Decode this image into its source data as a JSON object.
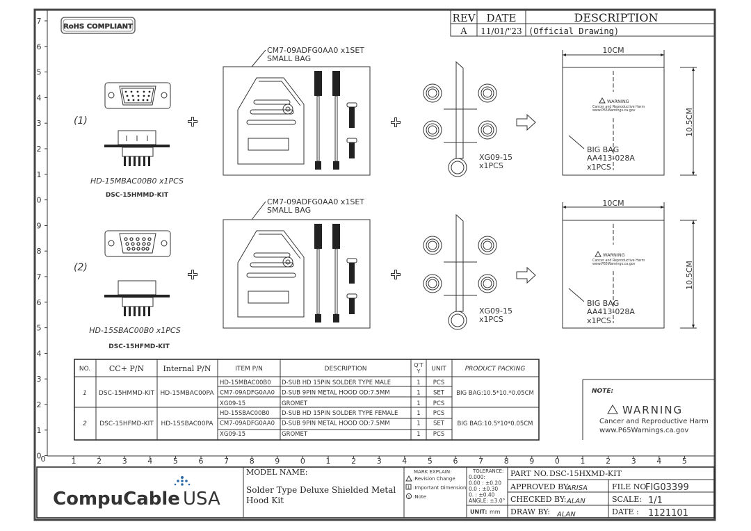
{
  "rohs": "RoHS COMPLIANT",
  "revision": {
    "headers": {
      "rev": "REV",
      "date": "DATE",
      "description": "DESCRIPTION"
    },
    "row": {
      "rev": "A",
      "date": "11/01/\"23",
      "description": "(Official Drawing)"
    }
  },
  "ruler": {
    "left": [
      "7",
      "6",
      "5",
      "4",
      "3",
      "2",
      "1",
      "0",
      "9",
      "8",
      "7",
      "6",
      "5",
      "4",
      "3",
      "2",
      "1",
      "0"
    ],
    "bottom": [
      "1",
      "2",
      "3",
      "4",
      "5",
      "6",
      "7",
      "8",
      "9",
      "0",
      "1",
      "2",
      "3",
      "4",
      "5",
      "6",
      "7",
      "8",
      "9",
      "0",
      "1",
      "2",
      "3",
      "4",
      "5"
    ]
  },
  "kits": [
    {
      "index": "(1)",
      "connector_pn": "HD-15MBAC00B0  x1PCS",
      "kit_name": "DSC-15HMMD-KIT",
      "bag_pn": "CM7-09ADFG0AA0  x1SET",
      "bag_label": "SMALL BAG",
      "gromet_pn": "XG09-15",
      "gromet_qty": "x1PCS",
      "big_bag_width": "10CM",
      "big_bag_height": "10.5CM",
      "big_bag_label": "BIG BAG",
      "big_bag_pn": "AA413-028A",
      "big_bag_qty": "x1PCS",
      "warning_title": "WARNING",
      "warning_line1": "Cancer and Reproductive Harm",
      "warning_line2": "www.P65Warnings.ca.gov"
    },
    {
      "index": "(2)",
      "connector_pn": "HD-15SBAC00B0  x1PCS",
      "kit_name": "DSC-15HFMD-KIT",
      "bag_pn": "CM7-09ADFG0AA0  x1SET",
      "bag_label": "SMALL BAG",
      "gromet_pn": "XG09-15",
      "gromet_qty": "x1PCS",
      "big_bag_width": "10CM",
      "big_bag_height": "10.5CM",
      "big_bag_label": "BIG BAG",
      "big_bag_pn": "AA413-028A",
      "big_bag_qty": "x1PCS",
      "warning_title": "WARNING",
      "warning_line1": "Cancer and Reproductive Harm",
      "warning_line2": "www.P65Warnings.ca.gov"
    }
  ],
  "bom": {
    "headers": {
      "no": "NO.",
      "ccp": "CC+ P/N",
      "internal": "Internal P/N",
      "item": "ITEM P/N",
      "description": "DESCRIPTION",
      "qty": "Q'T\nY",
      "unit": "UNIT",
      "packing": "PRODUCT PACKING"
    },
    "groups": [
      {
        "no": "1",
        "ccp": "DSC-15HMMD-KIT",
        "internal": "HD-15MBAC00PA",
        "packing": "BIG BAG:10.5*10.*0.05CM",
        "items": [
          {
            "item": "HD-15MBAC00B0",
            "description": "D-SUB HD 15PIN SOLDER TYPE MALE",
            "qty": "1",
            "unit": "PCS"
          },
          {
            "item": "CM7-09ADFG0AA0",
            "description": "D-SUB 9PIN METAL HOOD OD:7.5MM",
            "qty": "1",
            "unit": "SET"
          },
          {
            "item": "XG09-15",
            "description": "GROMET",
            "qty": "1",
            "unit": "PCS"
          }
        ]
      },
      {
        "no": "2",
        "ccp": "DSC-15HFMD-KIT",
        "internal": "HD-15SBAC00PA",
        "packing": "BIG BAG:10.5*10*0.05CM",
        "items": [
          {
            "item": "HD-15SBAC00B0",
            "description": "D-SUB HD 15PIN SOLDER TYPE FEMALE",
            "qty": "1",
            "unit": "PCS"
          },
          {
            "item": "CM7-09ADFG0AA0",
            "description": "D-SUB 9PIN METAL HOOD OD:7.5MM",
            "qty": "1",
            "unit": "SET"
          },
          {
            "item": "XG09-15",
            "description": "GROMET",
            "qty": "1",
            "unit": "PCS"
          }
        ]
      }
    ]
  },
  "note": {
    "label": "NOTE:",
    "warning_title": "WARNING",
    "line1": "Cancer and Reproductive Harm",
    "line2": "www.P65Warnings.ca.gov"
  },
  "title_block": {
    "logo_a": "CompuCable",
    "logo_b": "USA",
    "model_label": "MODEL NAME:",
    "model_line1": "Solder Type Deluxe Shielded Metal",
    "model_line2": "Hood Kit",
    "mark_explain": "MARK EXPLAIN:",
    "mark1": ":Revision Change",
    "mark2": ":Important Dimension",
    "mark3": ":Note",
    "mark2_sym": "1",
    "mark3_sym": "1",
    "tolerance_label": "TOLERANCE:",
    "tolerances": [
      "0.000:",
      "0.00  : ±0.20",
      "0.0    : ±0.30",
      "0.      : ±0.40",
      "ANGLE:  ±3.0°"
    ],
    "unit_label": "UNIT:",
    "unit_value": "mm",
    "part_label": "PART NO.",
    "part_value": "DSC-15HXMD-KIT",
    "approved_label": "APPROVED BY:",
    "approved_value": "ARISA",
    "file_label": "FILE NO.",
    "file_value": "FIG03399",
    "checked_label": "CHECKED BY:",
    "checked_value": "ALAN",
    "scale_label": "SCALE:",
    "scale_value": "1/1",
    "draw_label": "DRAW BY:",
    "draw_value": "ALAN",
    "date_label": "DATE :",
    "date_value": "1121101"
  }
}
